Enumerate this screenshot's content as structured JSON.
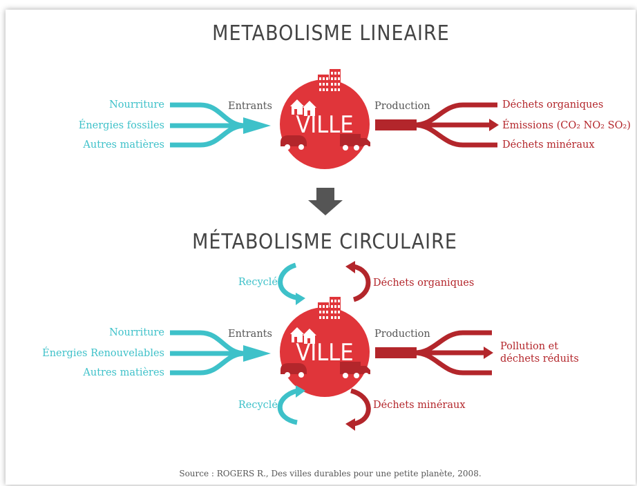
{
  "linear": {
    "title": "METABOLISME LINEAIRE",
    "inputs_label": "Entrants",
    "output_label": "Production",
    "city": "VILLE",
    "inputs": [
      "Nourriture",
      "Énergies fossiles",
      "Autres matières"
    ],
    "outputs": {
      "top": "Déchets organiques",
      "mid": "Émissions (CO₂ NO₂ SO₂)",
      "bottom": "Déchets minéraux"
    }
  },
  "circular": {
    "title": "MÉTABOLISME CIRCULAIRE",
    "inputs_label": "Entrants",
    "output_label": "Production",
    "city": "VILLE",
    "inputs": [
      "Nourriture",
      "Énergies Renouvelables",
      "Autres matières"
    ],
    "recycled_top": "Recyclé",
    "recycled_bottom": "Recyclé",
    "organic_waste": "Déchets organiques",
    "mineral_waste": "Déchets minéraux",
    "outputs": [
      "Pollution et",
      "déchets réduits"
    ]
  },
  "source": "Source : ROGERS R., Des villes durables pour une petite planète, 2008.",
  "colors": {
    "cyan": "#3ec1c9",
    "red": "#b3262b",
    "city": "#e0353a",
    "arrow_gray": "#555555"
  }
}
